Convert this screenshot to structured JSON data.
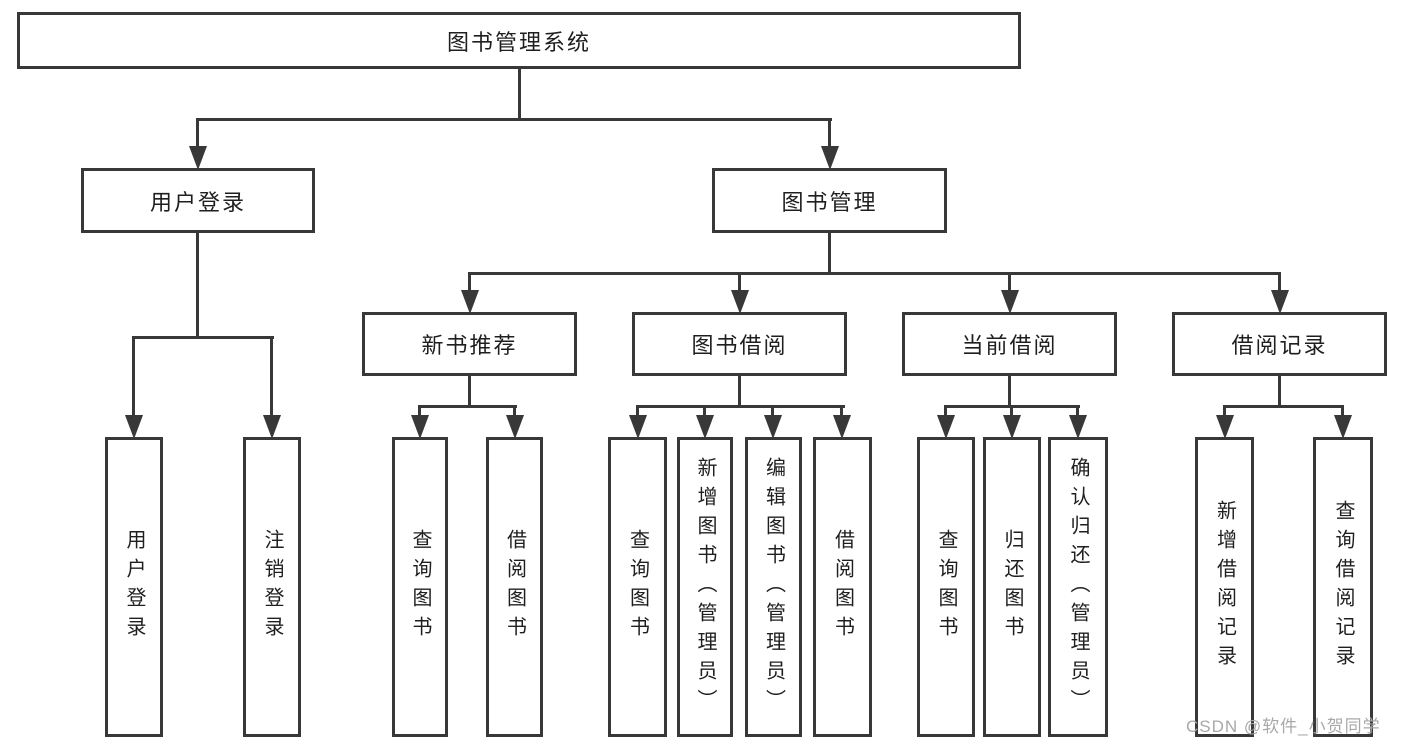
{
  "nodes": {
    "root": "图书管理系统",
    "user_login_group": "用户登录",
    "book_management": "图书管理",
    "user_login": "用户登录",
    "logout": "注销登录",
    "new_book_recommend": "新书推荐",
    "book_borrow": "图书借阅",
    "current_borrow": "当前借阅",
    "borrow_records": "借阅记录",
    "nb_query_books": "查询图书",
    "nb_borrow_books": "借阅图书",
    "bb_query_books": "查询图书",
    "bb_add_books": "新增图书（管理员）",
    "bb_edit_books": "编辑图书（管理员）",
    "bb_borrow_books": "借阅图书",
    "cb_query_books": "查询图书",
    "cb_return_books": "归还图书",
    "cb_confirm_return": "确认归还（管理员）",
    "br_add_record": "新增借阅记录",
    "br_query_record": "查询借阅记录"
  },
  "watermark": "CSDN @软件_小贺同学",
  "colors": {
    "line": "#383838",
    "text": "#1f1f1f",
    "watermark": "#a8a8a8",
    "background": "#ffffff"
  }
}
